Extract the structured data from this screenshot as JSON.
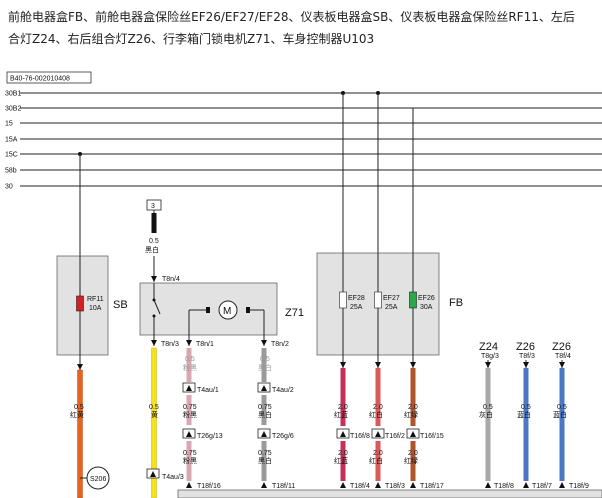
{
  "title_lines": [
    "前舱电器盒FB、前舱电器盒保险丝EF26/EF27/EF28、仪表板电器盒SB、仪表板电器盒保险丝RF11、左后",
    "合灯Z24、右后组合灯Z26、行李箱门锁电机Z71、车身控制器U103"
  ],
  "diagram_id": "B40-76-002010408",
  "bus_lines": [
    "30B1",
    "30B2",
    "15",
    "15A",
    "15C",
    "58b",
    "30"
  ],
  "modules": {
    "sb": {
      "label": "SB",
      "fuse": {
        "name": "RF11",
        "rating": "10A",
        "color": "#d42020"
      }
    },
    "z71": {
      "label": "Z71",
      "motor": "M"
    },
    "fb": {
      "label": "FB",
      "fuses": [
        {
          "name": "EF28",
          "rating": "25A",
          "color": "#ffffff"
        },
        {
          "name": "EF27",
          "rating": "25A",
          "color": "#ffffff"
        },
        {
          "name": "EF26",
          "rating": "30A",
          "color": "#2aa84a"
        }
      ]
    }
  },
  "top_connector": {
    "num": "3",
    "size": "0.5",
    "color": "黑白",
    "pin": "T8n/4"
  },
  "z71_pins": {
    "left": "T8n/3",
    "mid": "T8n/1",
    "right": "T8n/2"
  },
  "wire_labels": {
    "rf11": {
      "size": "0.5",
      "color": "红黄"
    },
    "yellow": {
      "size": "0.5",
      "color": "黄"
    },
    "pink_top": {
      "size": "0.5",
      "color": "粉黑"
    },
    "black_top": {
      "size": "0.5",
      "color": "黑白"
    },
    "pink_mid": {
      "size": "0.75",
      "color": "粉黑"
    },
    "black_mid": {
      "size": "0.75",
      "color": "黑白"
    },
    "pink_bot": {
      "size": "0.75",
      "color": "粉黑"
    },
    "black_bot": {
      "size": "0.75",
      "color": "黑白"
    },
    "ef28_top": {
      "size": "2.0",
      "color": "红蓝"
    },
    "ef27_top": {
      "size": "2.0",
      "color": "红白"
    },
    "ef26_top": {
      "size": "2.0",
      "color": "红绿"
    },
    "ef28_bot": {
      "size": "2.0",
      "color": "红蓝"
    },
    "ef27_bot": {
      "size": "2.0",
      "color": "红白"
    },
    "ef26_bot": {
      "size": "2.0",
      "color": "红绿"
    },
    "z24": {
      "size": "0.5",
      "color": "灰白"
    },
    "z26a": {
      "size": "0.5",
      "color": "蓝白"
    },
    "z26b": {
      "size": "0.5",
      "color": "蓝白"
    }
  },
  "connector_pins": {
    "t4au1": "T4au/1",
    "t4au2": "T4au/2",
    "t26g13": "T26g/13",
    "t26g6": "T26g/6",
    "t4au3": "T4au/3",
    "t18f16": "T18f/16",
    "t18f11": "T18f/11",
    "t16f8": "T16f/8",
    "t16f2": "T16f/2",
    "t16f15": "T16f/15",
    "t18f4": "T18f/4",
    "t18f3": "T18f/3",
    "t18f17": "T18f/17",
    "t18f8": "T18f/8",
    "t18f7": "T18f/7",
    "t18f9": "T18f/9"
  },
  "lamps": {
    "z24": {
      "name": "Z24",
      "pin": "T8g/3"
    },
    "z26a": {
      "name": "Z26",
      "pin": "T8f/3"
    },
    "z26b": {
      "name": "Z26",
      "pin": "T8f/4"
    }
  },
  "splice": "S206",
  "colors": {
    "red_yellow": "#e8641e",
    "yellow": "#f5e11a",
    "red_blue": "#c4305a",
    "red_white": "#d85a5a",
    "red_green": "#b0542e",
    "gray_white": "#a8a8a8",
    "blue_white": "#4a78c4",
    "pink_black": "#d8a8b0",
    "black_white": "#9a9a9a"
  }
}
